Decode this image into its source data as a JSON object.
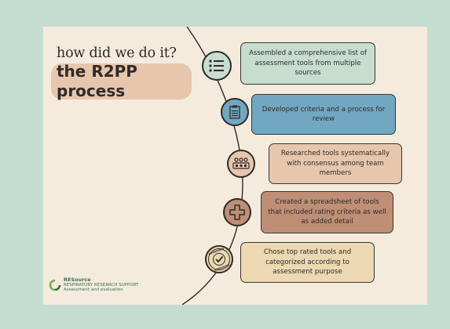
{
  "header": {
    "pretitle": "how did we do it?",
    "title_line1": "the R2PP",
    "title_line2": "process"
  },
  "steps": [
    {
      "text": "Assembled a comprehensive list of assessment tools from multiple sources",
      "icon": "list-icon",
      "fill": "#c6ddd0"
    },
    {
      "text": "Developed criteria and a process for review",
      "icon": "clipboard-checklist-icon",
      "fill": "#72a7c1"
    },
    {
      "text": "Researched tools systematically with consensus among team members",
      "icon": "team-meeting-icon",
      "fill": "#e6c6ad"
    },
    {
      "text": "Created a spreadsheet of tools that included rating criteria as well as added detail",
      "icon": "plus-cross-icon",
      "fill": "#be8f75"
    },
    {
      "text": "Chose top rated tools and categorized according to assessment purpose",
      "icon": "approved-stamp-icon",
      "fill": "#ecd8b2"
    }
  ],
  "stamp_text": "APPROVED",
  "logo": {
    "name": "RESource",
    "line1": "RESPIRATORY RESEARCH SUPPORT",
    "line2": "Assessment and evaluation"
  },
  "colors": {
    "background": "#c5ddd1",
    "card": "#f5ebdd",
    "ink": "#2f2b29",
    "accent": "#3d6e57"
  }
}
